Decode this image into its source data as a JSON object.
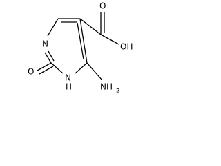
{
  "molecule": {
    "atoms": {
      "n3": "N",
      "n1": "N",
      "h1": "H",
      "o_carbonyl": "O",
      "nh2": "NH",
      "nh2_sub": "2",
      "o_acid": "O",
      "oh_acid": "OH"
    }
  }
}
